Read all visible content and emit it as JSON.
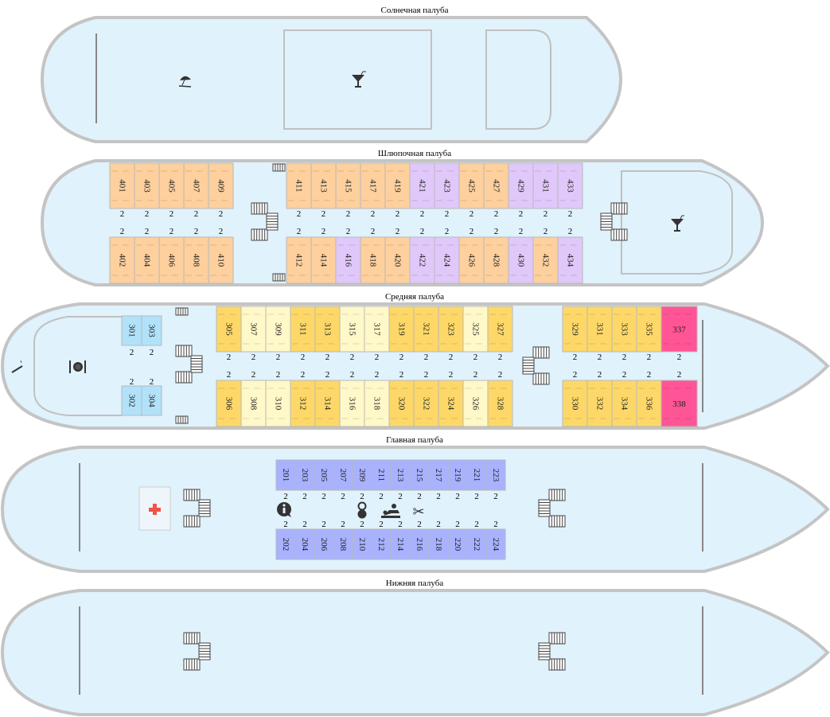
{
  "colors": {
    "orange": "#fdd09e",
    "purple": "#e0c8fa",
    "yellow": "#fdd868",
    "light": "#fff8c8",
    "pink": "#ff5596",
    "blue": "#b2e2fa",
    "violet": "#a8b2ff",
    "hull": "#e0f2fc"
  },
  "decks": [
    {
      "id": "sun",
      "title": "Солнечная палуба",
      "icons": [
        "beach-umbrella-icon",
        "cocktail-icon"
      ]
    },
    {
      "id": "boat",
      "title": "Шлюпочная палуба",
      "icons": [
        "cocktail-icon"
      ],
      "groups": [
        {
          "top": [
            {
              "n": "401",
              "b": "2",
              "c": "orange"
            },
            {
              "n": "403",
              "b": "2",
              "c": "orange"
            },
            {
              "n": "405",
              "b": "2",
              "c": "orange"
            },
            {
              "n": "407",
              "b": "2",
              "c": "orange"
            },
            {
              "n": "409",
              "b": "2",
              "c": "orange"
            }
          ],
          "bottom": [
            {
              "n": "402",
              "b": "2",
              "c": "orange"
            },
            {
              "n": "404",
              "b": "2",
              "c": "orange"
            },
            {
              "n": "406",
              "b": "2",
              "c": "orange"
            },
            {
              "n": "408",
              "b": "2",
              "c": "orange"
            },
            {
              "n": "410",
              "b": "2",
              "c": "orange"
            }
          ]
        },
        {
          "top": [
            {
              "n": "411",
              "b": "2",
              "c": "orange"
            },
            {
              "n": "413",
              "b": "2",
              "c": "orange"
            },
            {
              "n": "415",
              "b": "2",
              "c": "orange"
            },
            {
              "n": "417",
              "b": "2",
              "c": "orange"
            },
            {
              "n": "419",
              "b": "2",
              "c": "orange"
            },
            {
              "n": "421",
              "b": "2",
              "c": "purple"
            },
            {
              "n": "423",
              "b": "2",
              "c": "purple"
            },
            {
              "n": "425",
              "b": "2",
              "c": "orange"
            },
            {
              "n": "427",
              "b": "2",
              "c": "orange"
            },
            {
              "n": "429",
              "b": "2",
              "c": "purple"
            },
            {
              "n": "431",
              "b": "2",
              "c": "purple"
            },
            {
              "n": "433",
              "b": "2",
              "c": "purple"
            }
          ],
          "bottom": [
            {
              "n": "412",
              "b": "2",
              "c": "orange"
            },
            {
              "n": "414",
              "b": "2",
              "c": "orange"
            },
            {
              "n": "416",
              "b": "2",
              "c": "purple"
            },
            {
              "n": "418",
              "b": "2",
              "c": "orange"
            },
            {
              "n": "420",
              "b": "2",
              "c": "orange"
            },
            {
              "n": "422",
              "b": "2",
              "c": "purple"
            },
            {
              "n": "424",
              "b": "2",
              "c": "purple"
            },
            {
              "n": "426",
              "b": "2",
              "c": "orange"
            },
            {
              "n": "428",
              "b": "2",
              "c": "orange"
            },
            {
              "n": "430",
              "b": "2",
              "c": "purple"
            },
            {
              "n": "432",
              "b": "2",
              "c": "orange"
            },
            {
              "n": "434",
              "b": "2",
              "c": "purple"
            }
          ]
        }
      ]
    },
    {
      "id": "middle",
      "title": "Средняя палуба",
      "icons": [
        "smoking-icon",
        "restaurant-icon"
      ],
      "groups": [
        {
          "top": [
            {
              "n": "301",
              "b": "2",
              "c": "blue"
            },
            {
              "n": "303",
              "b": "2",
              "c": "blue"
            }
          ],
          "bottom": [
            {
              "n": "302",
              "b": "2",
              "c": "blue"
            },
            {
              "n": "304",
              "b": "2",
              "c": "blue"
            }
          ]
        },
        {
          "top": [
            {
              "n": "305",
              "b": "2",
              "c": "yellow"
            },
            {
              "n": "307",
              "b": "2",
              "c": "light"
            },
            {
              "n": "309",
              "b": "2",
              "c": "light"
            },
            {
              "n": "311",
              "b": "2",
              "c": "yellow"
            },
            {
              "n": "313",
              "b": "2",
              "c": "yellow"
            },
            {
              "n": "315",
              "b": "2",
              "c": "light"
            },
            {
              "n": "317",
              "b": "2",
              "c": "light"
            },
            {
              "n": "319",
              "b": "2",
              "c": "yellow"
            },
            {
              "n": "321",
              "b": "2",
              "c": "yellow"
            },
            {
              "n": "323",
              "b": "2",
              "c": "yellow"
            },
            {
              "n": "325",
              "b": "2",
              "c": "light"
            },
            {
              "n": "327",
              "b": "2",
              "c": "yellow"
            }
          ],
          "bottom": [
            {
              "n": "306",
              "b": "2",
              "c": "yellow"
            },
            {
              "n": "308",
              "b": "2",
              "c": "light"
            },
            {
              "n": "310",
              "b": "2",
              "c": "light"
            },
            {
              "n": "312",
              "b": "2",
              "c": "yellow"
            },
            {
              "n": "314",
              "b": "2",
              "c": "yellow"
            },
            {
              "n": "316",
              "b": "2",
              "c": "light"
            },
            {
              "n": "318",
              "b": "2",
              "c": "light"
            },
            {
              "n": "320",
              "b": "2",
              "c": "yellow"
            },
            {
              "n": "322",
              "b": "2",
              "c": "yellow"
            },
            {
              "n": "324",
              "b": "2",
              "c": "yellow"
            },
            {
              "n": "326",
              "b": "2",
              "c": "light"
            },
            {
              "n": "328",
              "b": "2",
              "c": "yellow"
            }
          ]
        },
        {
          "top": [
            {
              "n": "329",
              "b": "2",
              "c": "yellow"
            },
            {
              "n": "331",
              "b": "2",
              "c": "yellow"
            },
            {
              "n": "333",
              "b": "2",
              "c": "yellow"
            },
            {
              "n": "335",
              "b": "2",
              "c": "yellow"
            },
            {
              "n": "337",
              "b": "2",
              "c": "pink"
            }
          ],
          "bottom": [
            {
              "n": "330",
              "b": "2",
              "c": "yellow"
            },
            {
              "n": "332",
              "b": "2",
              "c": "yellow"
            },
            {
              "n": "334",
              "b": "2",
              "c": "yellow"
            },
            {
              "n": "336",
              "b": "2",
              "c": "yellow"
            },
            {
              "n": "338",
              "b": "2",
              "c": "pink"
            }
          ]
        }
      ]
    },
    {
      "id": "main",
      "title": "Главная палуба",
      "icons": [
        "medical-icon",
        "info-icon",
        "baby-room-icon",
        "massage-icon",
        "hairdresser-icon"
      ],
      "groups": [
        {
          "top": [
            {
              "n": "201",
              "b": "2",
              "c": "violet"
            },
            {
              "n": "203",
              "b": "2",
              "c": "violet"
            },
            {
              "n": "205",
              "b": "2",
              "c": "violet"
            },
            {
              "n": "207",
              "b": "2",
              "c": "violet"
            },
            {
              "n": "209",
              "b": "2",
              "c": "violet"
            },
            {
              "n": "211",
              "b": "2",
              "c": "violet"
            },
            {
              "n": "213",
              "b": "2",
              "c": "violet"
            },
            {
              "n": "215",
              "b": "2",
              "c": "violet"
            },
            {
              "n": "217",
              "b": "2",
              "c": "violet"
            },
            {
              "n": "219",
              "b": "2",
              "c": "violet"
            },
            {
              "n": "221",
              "b": "2",
              "c": "violet"
            },
            {
              "n": "223",
              "b": "2",
              "c": "violet"
            }
          ],
          "bottom": [
            {
              "n": "202",
              "b": "2",
              "c": "violet"
            },
            {
              "n": "204",
              "b": "2",
              "c": "violet"
            },
            {
              "n": "206",
              "b": "2",
              "c": "violet"
            },
            {
              "n": "208",
              "b": "2",
              "c": "violet"
            },
            {
              "n": "210",
              "b": "2",
              "c": "violet"
            },
            {
              "n": "212",
              "b": "2",
              "c": "violet"
            },
            {
              "n": "214",
              "b": "2",
              "c": "violet"
            },
            {
              "n": "216",
              "b": "2",
              "c": "violet"
            },
            {
              "n": "218",
              "b": "2",
              "c": "violet"
            },
            {
              "n": "220",
              "b": "2",
              "c": "violet"
            },
            {
              "n": "222",
              "b": "2",
              "c": "violet"
            },
            {
              "n": "224",
              "b": "2",
              "c": "violet"
            }
          ]
        }
      ]
    },
    {
      "id": "lower",
      "title": "Нижняя палуба",
      "icons": []
    }
  ]
}
